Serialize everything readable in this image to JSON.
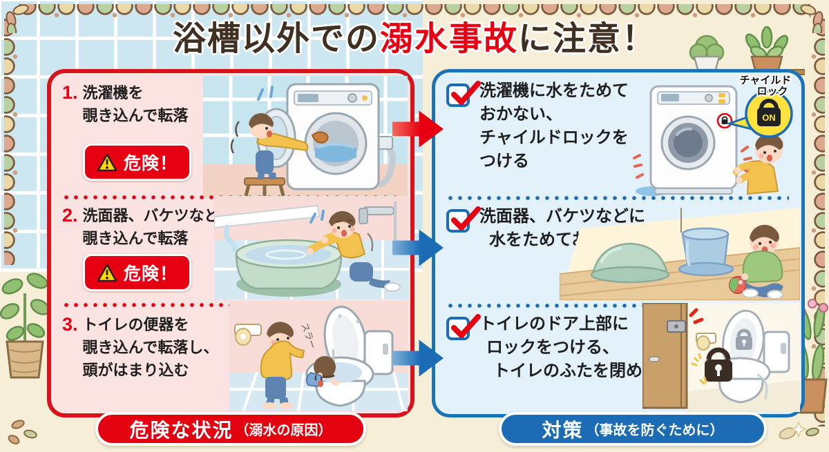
{
  "title": {
    "pre": "浴槽以外での",
    "highlight": "溺水事故",
    "post": "に注意！"
  },
  "danger_panel": {
    "items": [
      {
        "number": "1.",
        "lines": [
          "洗濯機を",
          "覗き込んで転落"
        ],
        "badge": "危険！"
      },
      {
        "number": "2.",
        "lines": [
          "洗面器、バケツなどを",
          "覗き込んで転落"
        ],
        "badge": "危険！"
      },
      {
        "number": "3.",
        "lines": [
          "トイレの便器を",
          "覗き込んで転落し、",
          "頭がはまり込む"
        ]
      }
    ],
    "footer": {
      "main": "危険な状況",
      "sub": "（溺水の原因）"
    }
  },
  "safety_panel": {
    "items": [
      {
        "lines": [
          "洗濯機に水をためて",
          "おかない、",
          "チャイルドロックを",
          "つける"
        ]
      },
      {
        "lines": [
          "洗面器、バケツなどに",
          "水をためておかない"
        ]
      },
      {
        "lines": [
          "トイレのドア上部に",
          "ロックをつける、",
          "トイレのふたを閉める"
        ]
      }
    ],
    "footer": {
      "main": "対策",
      "sub": "（事故を防ぐために）"
    }
  },
  "child_lock_callout": {
    "label_line1": "チャイルド",
    "label_line2": "ロック",
    "status": "ON"
  },
  "sfx": {
    "toilet_slide": "スラー"
  },
  "icons": {
    "check": "✓",
    "warning": "⚠",
    "lock": "🔒",
    "arrow": "→"
  },
  "colors": {
    "accent_red": "#e60012",
    "panel_border_red": "#d7141e",
    "panel_pink": "#fbe3e1",
    "accent_blue": "#1b6cb4",
    "panel_border_blue": "#1b74b8",
    "panel_light_blue": "#e3f1fb",
    "background_cream": "#f6eed6",
    "tile_blue": "#cde7f0",
    "title_brown": "#3f3021",
    "warning_yellow": "#ffd800",
    "callout_yellow": "#ffe23e"
  }
}
